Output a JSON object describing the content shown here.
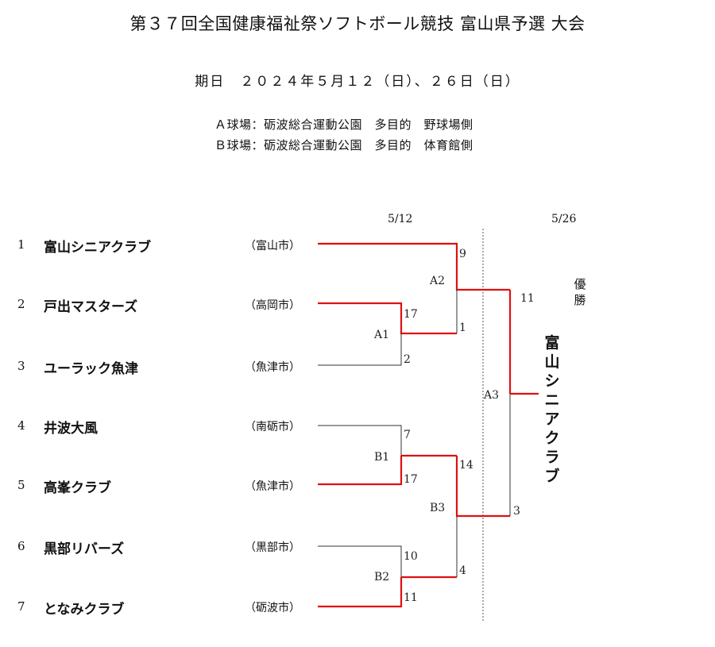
{
  "header": {
    "title": "第３７回全国健康福祉祭ソフトボール競技 富山県予選 大会",
    "date": "期日　２０２４年５月１２（日）、２６日（日）",
    "venue_a": "Ａ球場：砺波総合運動公園　多目的　野球場側",
    "venue_b": "Ｂ球場：砺波総合運動公園　多目的　体育館側"
  },
  "rounds": [
    "5/12",
    "5/26"
  ],
  "teams": [
    {
      "seed": "1",
      "name": "富山シニアクラブ",
      "city": "（富山市）"
    },
    {
      "seed": "2",
      "name": "戸出マスターズ",
      "city": "（高岡市）"
    },
    {
      "seed": "3",
      "name": "ユーラック魚津",
      "city": "（魚津市）"
    },
    {
      "seed": "4",
      "name": "井波大風",
      "city": "（南砺市）"
    },
    {
      "seed": "5",
      "name": "高峯クラブ",
      "city": "（魚津市）"
    },
    {
      "seed": "6",
      "name": "黒部リバーズ",
      "city": "（黒部市）"
    },
    {
      "seed": "7",
      "name": "となみクラブ",
      "city": "（砺波市）"
    }
  ],
  "matches": [
    {
      "id": "A1",
      "top_score": "17",
      "bottom_score": "2",
      "winner": "top"
    },
    {
      "id": "B1",
      "top_score": "7",
      "bottom_score": "17",
      "winner": "bottom"
    },
    {
      "id": "B2",
      "top_score": "10",
      "bottom_score": "11",
      "winner": "bottom"
    },
    {
      "id": "A2",
      "top_score": "9",
      "bottom_score": "1",
      "winner": "top"
    },
    {
      "id": "B3",
      "top_score": "14",
      "bottom_score": "4",
      "winner": "top"
    },
    {
      "id": "A3",
      "top_score": "11",
      "bottom_score": "3",
      "winner": "top"
    }
  ],
  "result": {
    "champion_label": "優勝",
    "champion": "富山シニアクラブ"
  },
  "colors": {
    "winner_line": "#e01010",
    "loser_line": "#333333",
    "divider": "#555555"
  }
}
